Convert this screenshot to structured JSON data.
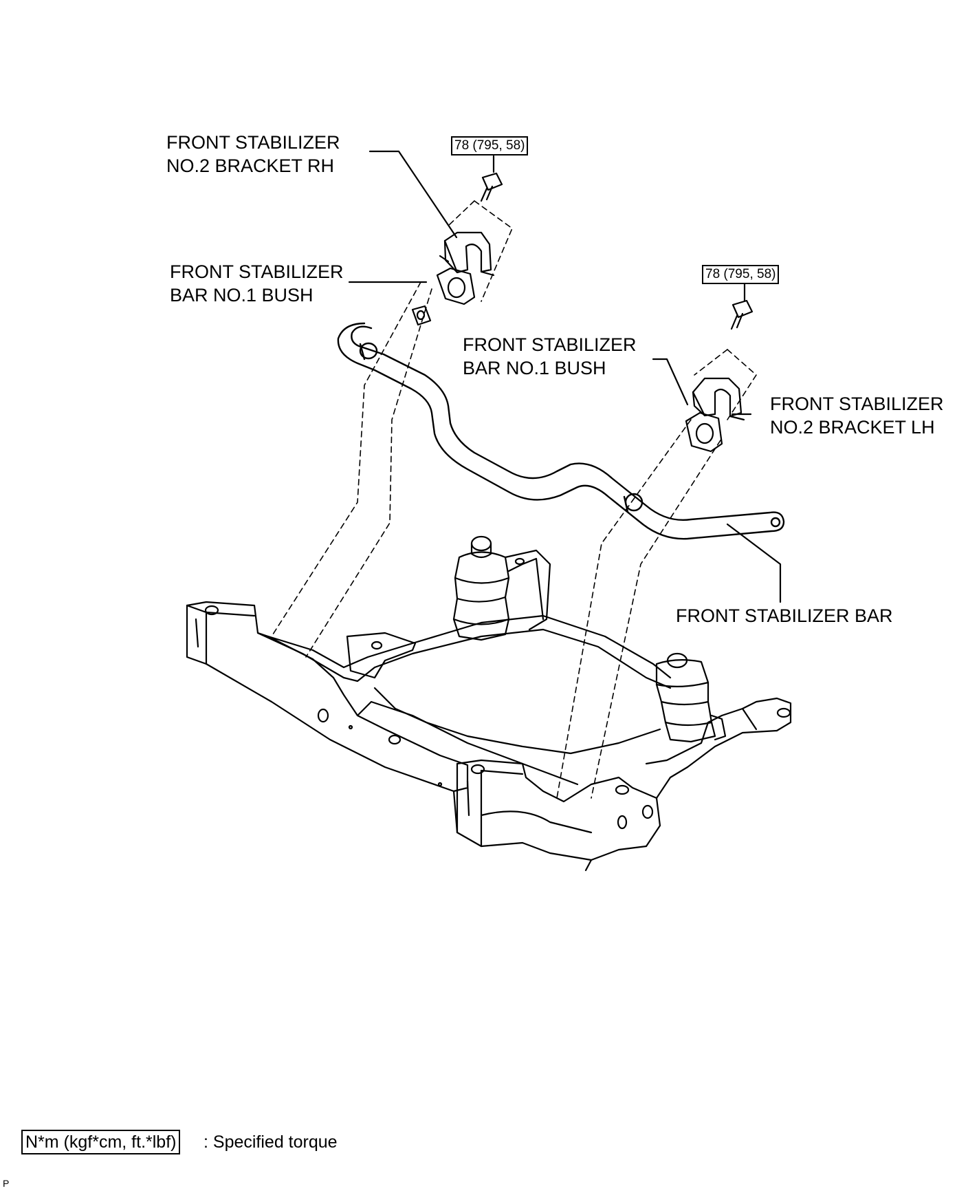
{
  "labels": {
    "bracket_rh": [
      "FRONT STABILIZER",
      "NO.2 BRACKET RH"
    ],
    "bush_upper": [
      "FRONT STABILIZER",
      "BAR NO.1 BUSH"
    ],
    "bush_lower": [
      "FRONT STABILIZER",
      "BAR NO.1 BUSH"
    ],
    "bracket_lh": [
      "FRONT STABILIZER",
      "NO.2 BRACKET LH"
    ],
    "stabilizer_bar": "FRONT STABILIZER BAR"
  },
  "torque": {
    "left": "78 (795, 58)",
    "right": "78 (795, 58)"
  },
  "legend": {
    "unit": "N*m (kgf*cm, ft.*lbf)",
    "text": ": Specified torque"
  },
  "corner_mark": "P",
  "colors": {
    "line": "#000000",
    "background": "#ffffff"
  }
}
